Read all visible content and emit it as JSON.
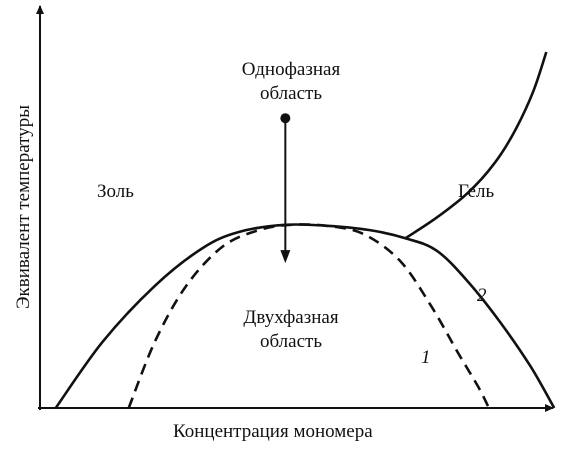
{
  "chart_data": {
    "type": "line",
    "title": "",
    "xlabel": "Концентрация мономера",
    "ylabel": "Эквивалент температуры",
    "xlim": [
      0,
      1
    ],
    "ylim": [
      0,
      1
    ],
    "grid": false,
    "series": [
      {
        "id": "2",
        "label": "2",
        "style": "solid",
        "x": [
          0.03,
          0.12,
          0.22,
          0.31,
          0.38,
          0.47,
          0.55,
          0.63,
          0.7,
          0.76,
          0.82,
          0.88,
          0.94,
          0.985
        ],
        "y": [
          0.0,
          0.32,
          0.59,
          0.77,
          0.85,
          0.885,
          0.88,
          0.86,
          0.82,
          0.76,
          0.61,
          0.42,
          0.2,
          0.0
        ]
      },
      {
        "id": "1",
        "label": "1",
        "style": "dashed",
        "x": [
          0.17,
          0.22,
          0.28,
          0.35,
          0.42,
          0.48,
          0.55,
          0.62,
          0.69,
          0.75,
          0.8,
          0.84,
          0.86
        ],
        "y": [
          0.0,
          0.32,
          0.59,
          0.78,
          0.86,
          0.885,
          0.88,
          0.84,
          0.71,
          0.49,
          0.27,
          0.1,
          0.0
        ]
      },
      {
        "id": "gel-boundary",
        "label": "",
        "style": "solid",
        "x": [
          0.7,
          0.76,
          0.82,
          0.87,
          0.91,
          0.945,
          0.97
        ],
        "y": [
          0.82,
          0.92,
          1.04,
          1.18,
          1.34,
          1.53,
          1.72
        ]
      }
    ],
    "point": {
      "x": 0.47,
      "y": 1.4
    },
    "arrow": {
      "from": [
        0.47,
        1.4
      ],
      "to": [
        0.47,
        0.7
      ]
    },
    "annotations": {
      "one_phase": [
        "Однофазная",
        "область"
      ],
      "two_phase": [
        "Двухфазная",
        "область"
      ],
      "sol": "Золь",
      "gel": "Гель",
      "curve1": "1",
      "curve2": "2"
    }
  }
}
